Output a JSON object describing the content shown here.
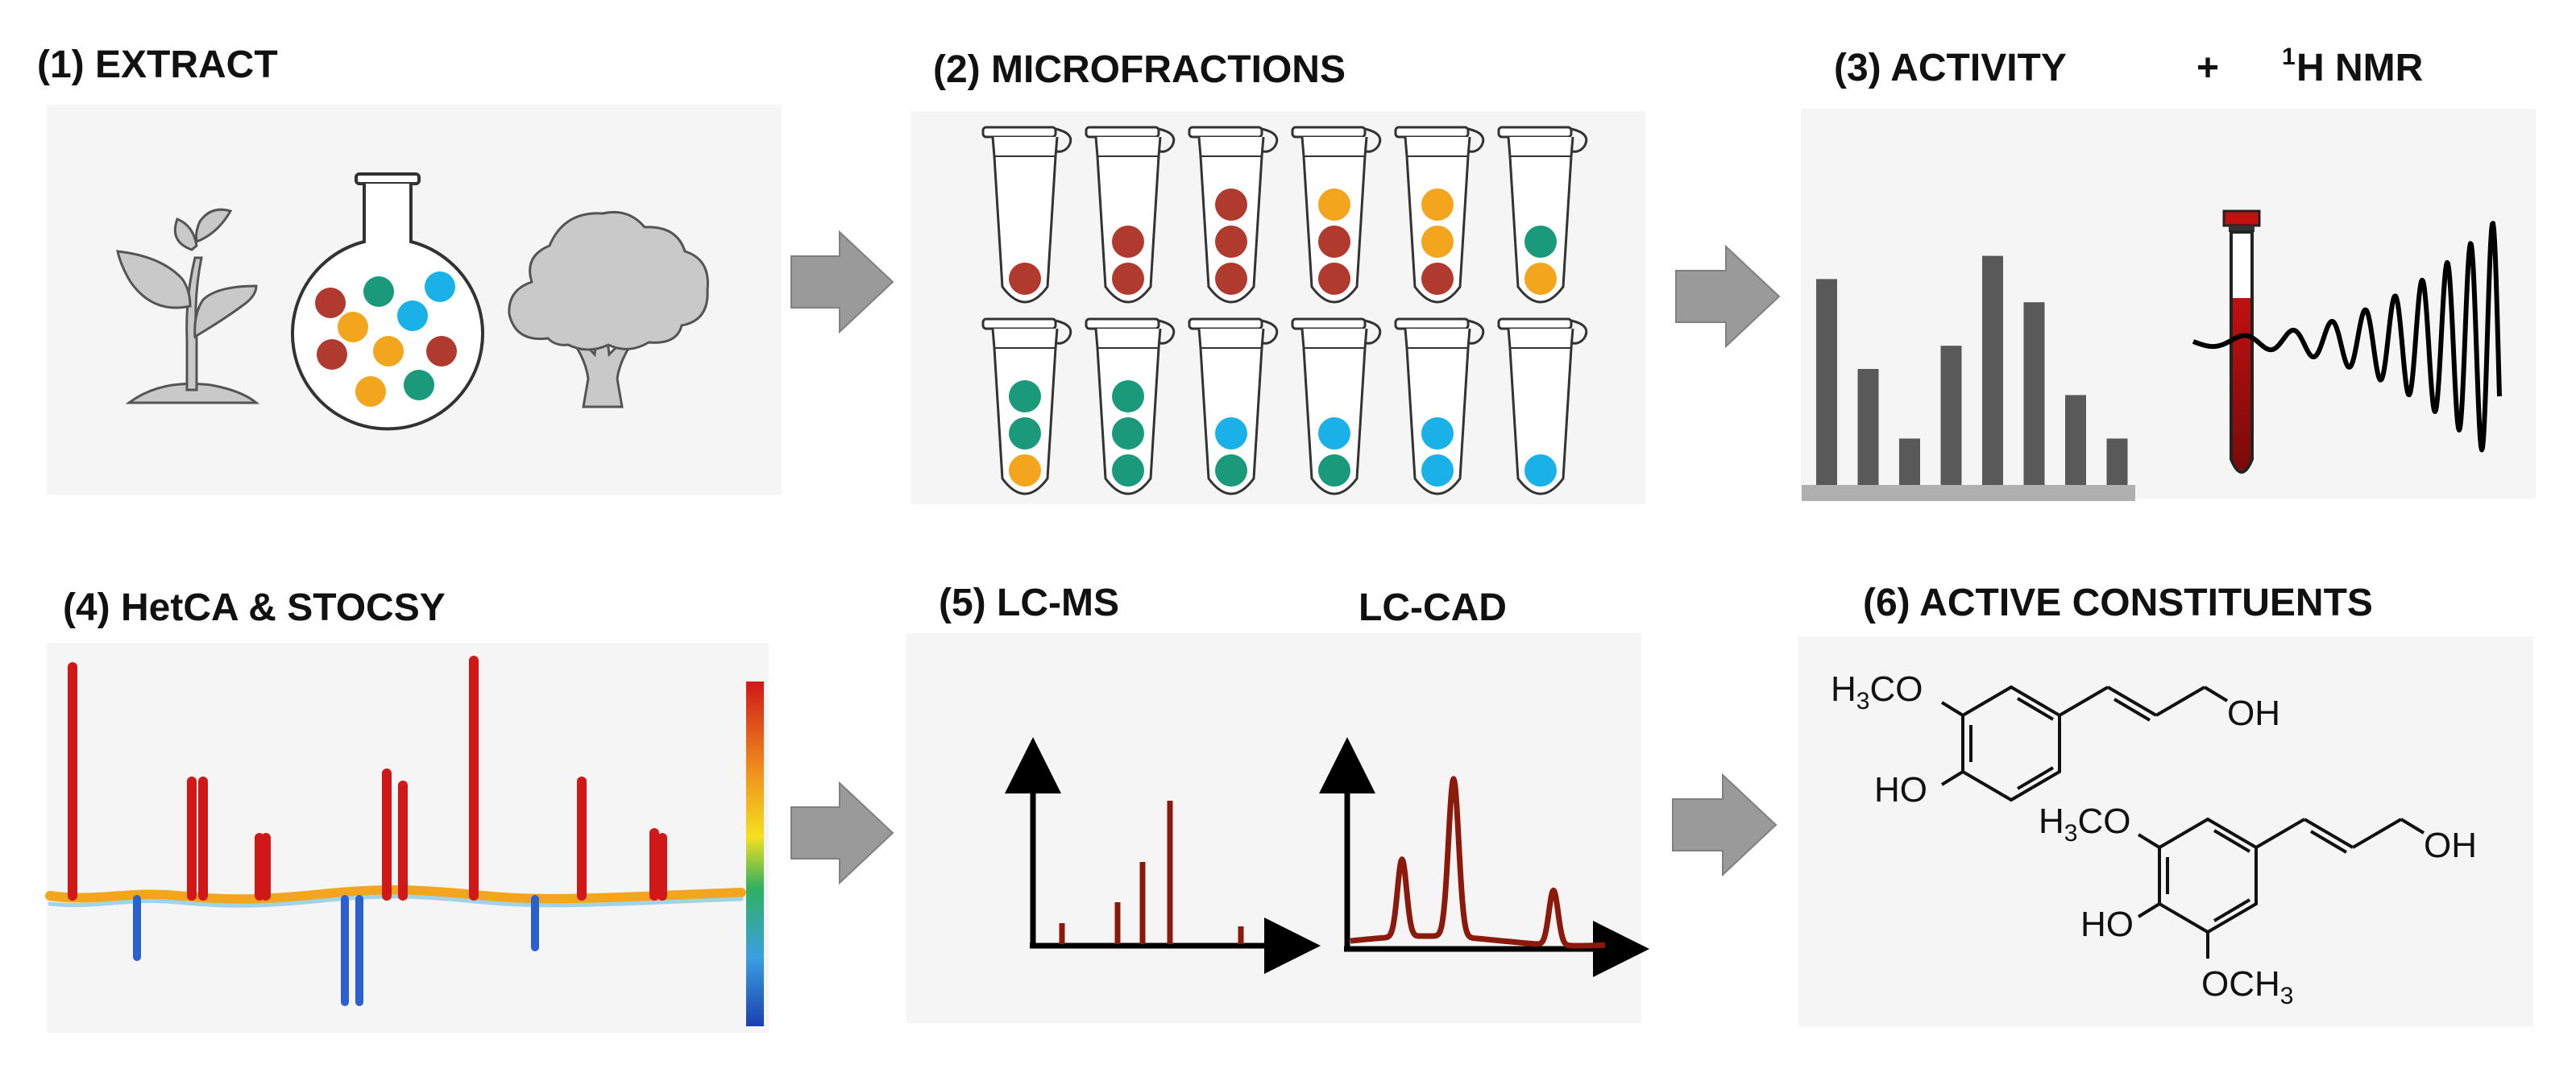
{
  "panels": {
    "extract": {
      "title": "(1) EXTRACT"
    },
    "microfractions": {
      "title": "(2) MICROFRACTIONS"
    },
    "activity": {
      "title": "(3) ACTIVITY",
      "plus": "+",
      "nmr_sup": "1",
      "nmr_label": "H NMR"
    },
    "hetca": {
      "title": "(4) HetCA & STOCSY"
    },
    "lc": {
      "title_ms": "(5) LC-MS",
      "title_cad": "LC-CAD"
    },
    "active": {
      "title": "(6) ACTIVE CONSTITUENTS"
    }
  },
  "colors": {
    "panel_bg": "#f5f5f5",
    "arrow": "#9a9a9a",
    "red_dot": "#b03a2e",
    "orange_dot": "#f2a51d",
    "green_dot": "#1a9a7a",
    "blue_dot": "#1ab0e8",
    "bar": "#595959",
    "lc_trace": "#8b1a0c"
  },
  "icons": {
    "plant": "sprout-icon",
    "flask": "round-flask-icon",
    "tree": "tree-icon",
    "tube": "microtube-icon",
    "nmr_tube": "nmr-tube-icon"
  },
  "microfractions": {
    "top_row": [
      [
        "red"
      ],
      [
        "red",
        "red"
      ],
      [
        "red",
        "red",
        "red"
      ],
      [
        "orange",
        "red",
        "red"
      ],
      [
        "orange",
        "orange",
        "red"
      ],
      [
        "green",
        "orange"
      ]
    ],
    "bottom_row": [
      [
        "green",
        "green",
        "orange"
      ],
      [
        "green",
        "green",
        "green"
      ],
      [
        "blue",
        "green"
      ],
      [
        "blue",
        "green"
      ],
      [
        "blue",
        "blue"
      ],
      [
        "blue"
      ]
    ]
  },
  "activity_bars": [
    0.71,
    0.4,
    0.16,
    0.48,
    0.79,
    0.63,
    0.31,
    0.16
  ],
  "chemistry": {
    "molecule1": {
      "methoxy": "H3CO",
      "hydroxy": "HO",
      "alcohol": "OH"
    },
    "molecule2": {
      "methoxy_top": "H3CO",
      "hydroxy": "HO",
      "methoxy_bottom": "OCH3",
      "alcohol": "OH"
    }
  }
}
